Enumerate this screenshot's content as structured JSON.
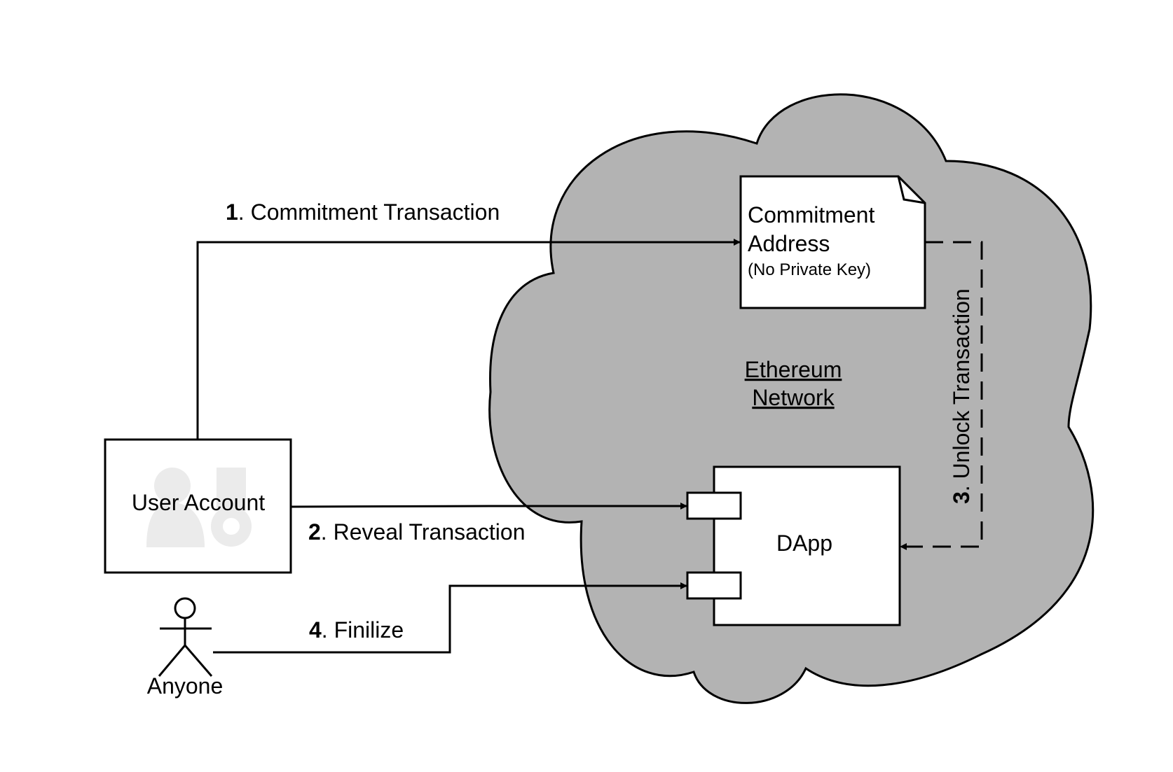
{
  "network": {
    "label_line1": "Ethereum",
    "label_line2": "Network",
    "fill_color": "#b3b3b3"
  },
  "commitment_address": {
    "line1": "Commitment",
    "line2": "Address",
    "note": "(No Private Key)"
  },
  "dapp": {
    "label": "DApp"
  },
  "user_account": {
    "label": "User Account",
    "icon": "user-key-icon"
  },
  "actor": {
    "label": "Anyone",
    "icon": "stick-figure-icon"
  },
  "steps": [
    {
      "number": "1",
      "text": ". Commitment Transaction"
    },
    {
      "number": "2",
      "text": ". Reveal Transaction"
    },
    {
      "number": "3",
      "text": ". Unlock Transaction"
    },
    {
      "number": "4",
      "text": ". Finilize"
    }
  ]
}
